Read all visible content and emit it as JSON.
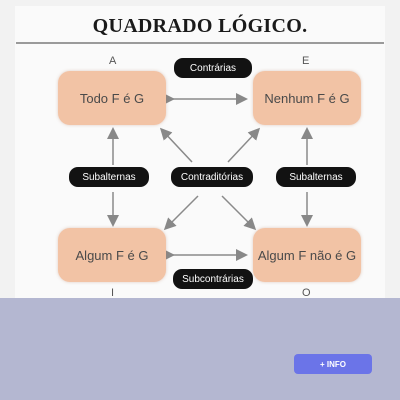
{
  "diagram": {
    "title": "QUADRADO LÓGICO.",
    "corners": {
      "a": "A",
      "e": "E",
      "i": "I",
      "o": "O"
    },
    "boxes": {
      "top_left": "Todo F é G",
      "top_right": "Nenhum F é G",
      "bottom_left": "Algum F é G",
      "bottom_right": "Algum F não é G"
    },
    "relations": {
      "top": "Contrárias",
      "left": "Subalternas",
      "center": "Contraditórias",
      "right": "Subalternas",
      "bottom": "Subcontrárias"
    }
  },
  "footer": {
    "info_button": "+ INFO"
  },
  "colors": {
    "box": "#f2c3a5",
    "pill": "#121212",
    "button": "#6b74e8",
    "background": "#b4b7d1"
  }
}
